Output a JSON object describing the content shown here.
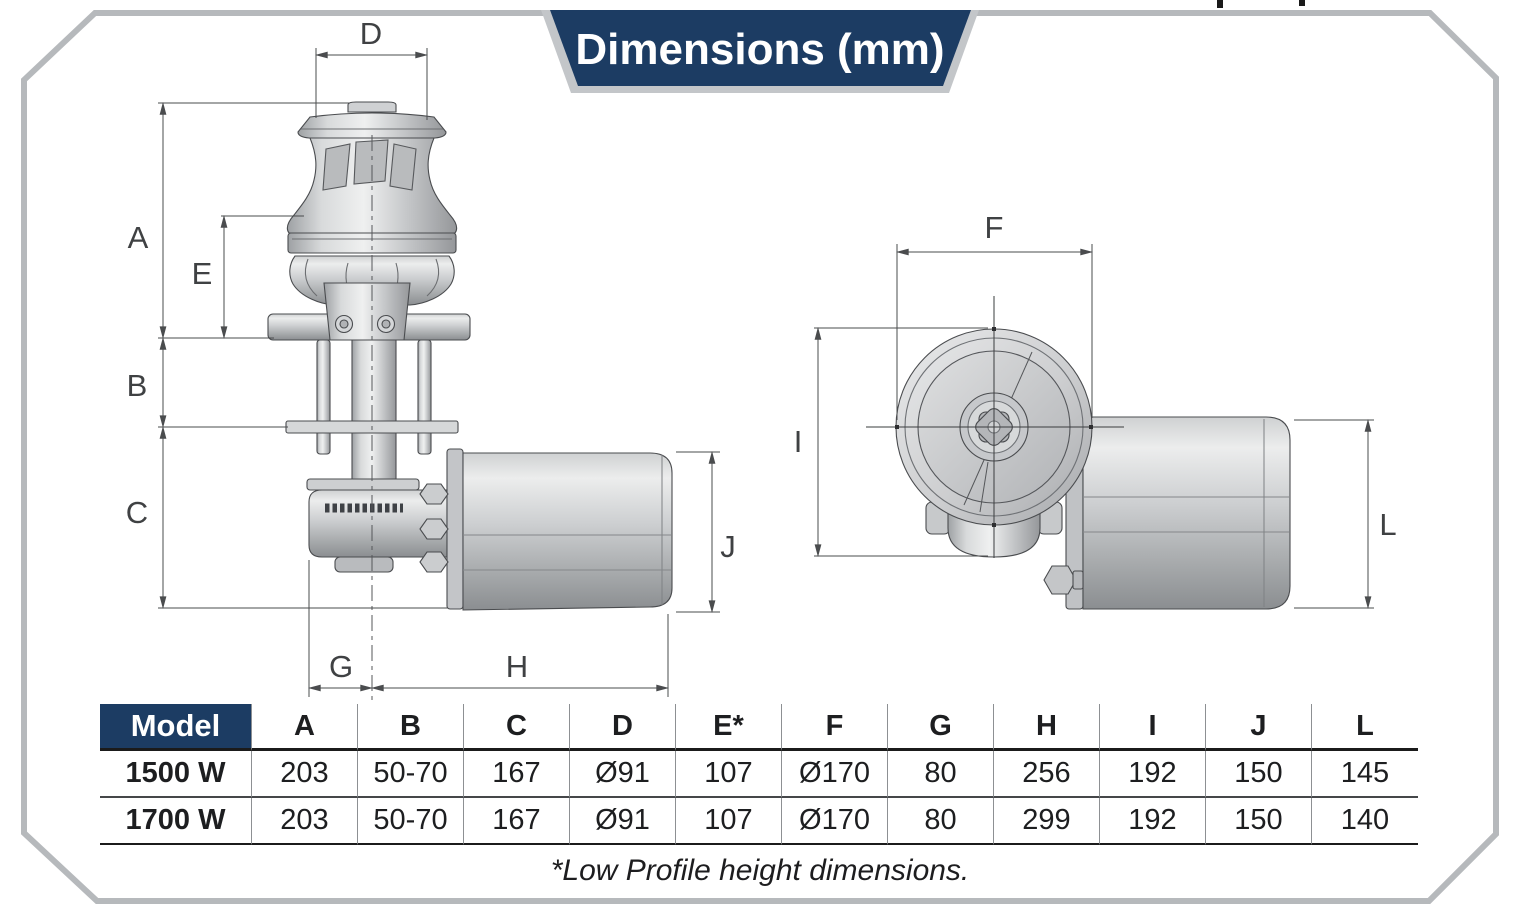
{
  "banner": {
    "title": "Dimensions (mm)"
  },
  "footnote": "*Low Profile height dimensions.",
  "dims": {
    "A": "A",
    "B": "B",
    "C": "C",
    "D": "D",
    "E": "E",
    "F": "F",
    "G": "G",
    "H": "H",
    "I": "I",
    "J": "J",
    "L": "L"
  },
  "table": {
    "model_header": "Model",
    "columns": [
      "A",
      "B",
      "C",
      "D",
      "E*",
      "F",
      "G",
      "H",
      "I",
      "J",
      "L"
    ],
    "rows": [
      {
        "model": "1500 W",
        "values": [
          "203",
          "50-70",
          "167",
          "Ø91",
          "107",
          "Ø170",
          "80",
          "256",
          "192",
          "150",
          "145"
        ]
      },
      {
        "model": "1700 W",
        "values": [
          "203",
          "50-70",
          "167",
          "Ø91",
          "107",
          "Ø170",
          "80",
          "299",
          "192",
          "150",
          "140"
        ]
      }
    ]
  },
  "colors": {
    "navy": "#1c3c63",
    "frame_gray": "#b6b9bc",
    "dim_line": "#4a4c4e",
    "metal_dark": "#8f9194",
    "metal_light": "#eceded"
  }
}
